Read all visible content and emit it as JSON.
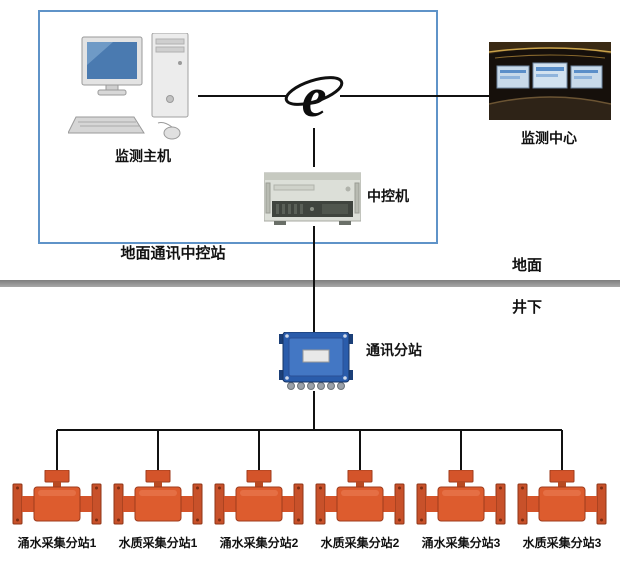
{
  "labels": {
    "monitor_host": "监测主机",
    "monitor_center": "监测中心",
    "central_control_unit": "中控机",
    "ground_station": "地面通讯中控站",
    "surface": "地面",
    "underground": "井下",
    "comm_substation": "通讯分站"
  },
  "devices": [
    {
      "label": "涌水采集分站1"
    },
    {
      "label": "水质采集分站1"
    },
    {
      "label": "涌水采集分站2"
    },
    {
      "label": "水质采集分站2"
    },
    {
      "label": "涌水采集分站3"
    },
    {
      "label": "水质采集分站3"
    }
  ],
  "icons": {
    "host": "desktop-computer-icon",
    "internet": "internet-e-icon",
    "center": "control-room-photo",
    "server": "rack-server-icon",
    "junction": "junction-box-icon",
    "collector": "flow-sensor-icon"
  },
  "colors": {
    "frame_blue": "#5f93c8",
    "line_black": "#111111",
    "ground_gray": "#8f8f8f",
    "device_orange": "#d9572b",
    "junction_blue": "#2a5cab",
    "screen_blue": "#4a7ab0"
  }
}
